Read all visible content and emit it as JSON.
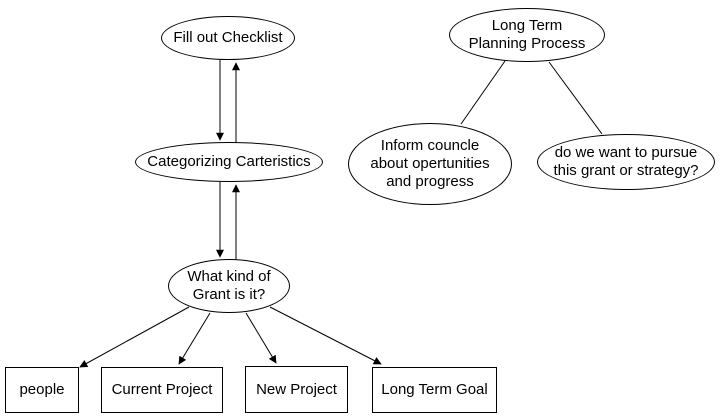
{
  "diagram": {
    "background_color": "#ffffff",
    "node_stroke_color": "#000000",
    "text_color": "#000000",
    "nodes": [
      {
        "id": "fill-out-checklist",
        "shape": "ellipse",
        "label": "Fill out Checklist"
      },
      {
        "id": "categorizing-carteristics",
        "shape": "ellipse",
        "label": "Categorizing Carteristics"
      },
      {
        "id": "what-kind-of-grant",
        "shape": "ellipse",
        "label": "What kind of\nGrant is it?"
      },
      {
        "id": "people",
        "shape": "rectangle",
        "label": "people"
      },
      {
        "id": "current-project",
        "shape": "rectangle",
        "label": "Current Project"
      },
      {
        "id": "new-project",
        "shape": "rectangle",
        "label": "New Project"
      },
      {
        "id": "long-term-goal",
        "shape": "rectangle",
        "label": "Long Term Goal"
      },
      {
        "id": "long-term-planning-process",
        "shape": "ellipse",
        "label": "Long Term\nPlanning Process"
      },
      {
        "id": "inform-councle",
        "shape": "ellipse",
        "label": "Inform councle\nabout opertunities\nand progress"
      },
      {
        "id": "pursue-grant-or-strategy",
        "shape": "ellipse",
        "label": "do we want to pursue\nthis grant or strategy?"
      }
    ],
    "edges": [
      {
        "from": "fill-out-checklist",
        "to": "categorizing-carteristics",
        "arrowhead": true
      },
      {
        "from": "categorizing-carteristics",
        "to": "fill-out-checklist",
        "arrowhead": true
      },
      {
        "from": "categorizing-carteristics",
        "to": "what-kind-of-grant",
        "arrowhead": true
      },
      {
        "from": "what-kind-of-grant",
        "to": "categorizing-carteristics",
        "arrowhead": true
      },
      {
        "from": "what-kind-of-grant",
        "to": "people",
        "arrowhead": true
      },
      {
        "from": "what-kind-of-grant",
        "to": "current-project",
        "arrowhead": true
      },
      {
        "from": "what-kind-of-grant",
        "to": "new-project",
        "arrowhead": true
      },
      {
        "from": "what-kind-of-grant",
        "to": "long-term-goal",
        "arrowhead": true
      },
      {
        "from": "long-term-planning-process",
        "to": "inform-councle",
        "arrowhead": false
      },
      {
        "from": "long-term-planning-process",
        "to": "pursue-grant-or-strategy",
        "arrowhead": false
      }
    ]
  }
}
